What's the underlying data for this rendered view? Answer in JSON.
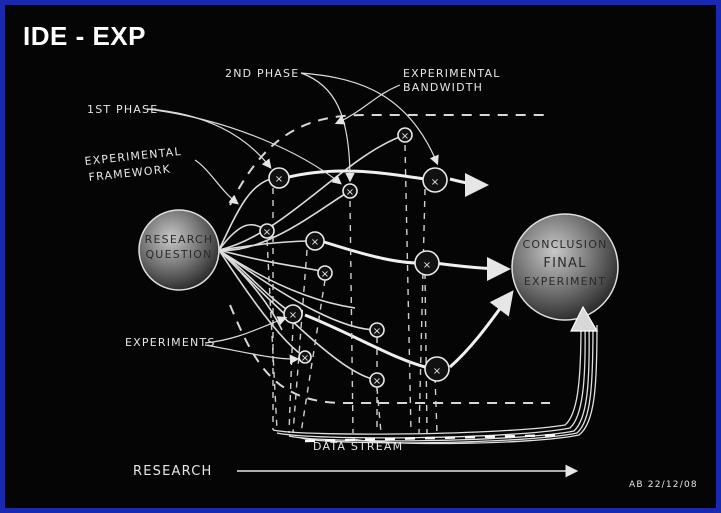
{
  "title": "IDE - EXP",
  "labels": {
    "second_phase": "2ND PHASE",
    "experimental_bandwidth_line1": "EXPERIMENTAL",
    "experimental_bandwidth_line2": "BANDWIDTH",
    "first_phase": "1ST PHASE",
    "experimental_framework_line1": "EXPERIMENTAL",
    "experimental_framework_line2": "FRAMEWORK",
    "research_question_line1": "RESEARCH",
    "research_question_line2": "QUESTION",
    "conclusion_line1": "CONCLUSION",
    "conclusion_line2": "FINAL",
    "conclusion_line3": "EXPERIMENT",
    "experiments": "EXPERIMENTS",
    "data_stream": "DATA  STREAM",
    "research": "RESEARCH",
    "signature": "AB 22/12/08"
  },
  "colors": {
    "frame": "#1a2ab0",
    "background": "#050505",
    "chalk": "#e6e6e6"
  }
}
